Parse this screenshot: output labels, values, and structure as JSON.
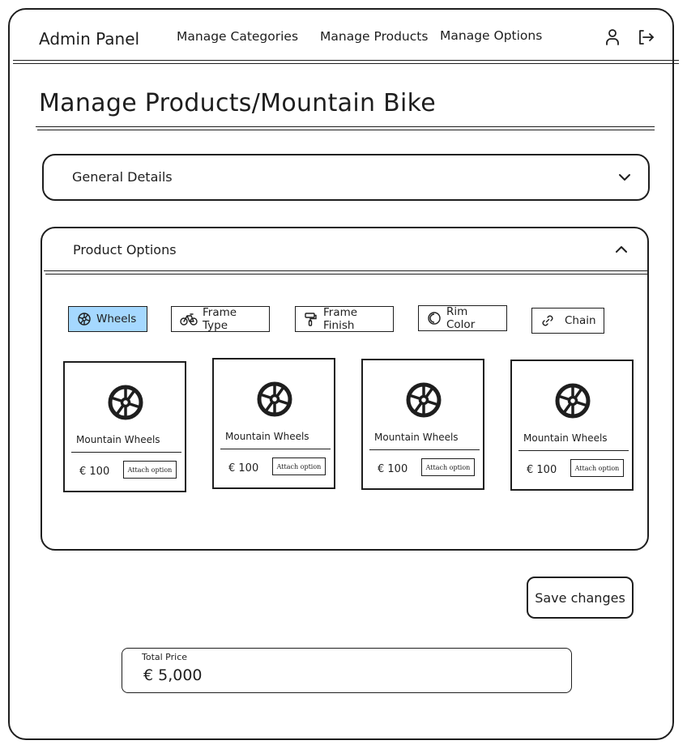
{
  "header": {
    "brand": "Admin Panel",
    "nav": [
      "Manage Categories",
      "Manage Products",
      "Manage Options"
    ],
    "icons": [
      "user-icon",
      "logout-icon"
    ]
  },
  "page": {
    "title": "Manage Products/Mountain Bike"
  },
  "general_details": {
    "label": "General Details",
    "expanded": false
  },
  "product_options": {
    "label": "Product Options",
    "expanded": true,
    "tabs": [
      {
        "label": "Wheels",
        "icon": "wheel-icon",
        "active": true
      },
      {
        "label": "Frame Type",
        "icon": "bicycle-icon",
        "active": false
      },
      {
        "label": "Frame Finish",
        "icon": "paint-roller-icon",
        "active": false
      },
      {
        "label": "Rim Color",
        "icon": "color-circle-icon",
        "active": false
      },
      {
        "label": "Chain",
        "icon": "chain-link-icon",
        "active": false
      }
    ],
    "cards": [
      {
        "name": "Mountain Wheels",
        "price": "€ 100",
        "action": "Attach option"
      },
      {
        "name": "Mountain Wheels",
        "price": "€ 100",
        "action": "Attach option"
      },
      {
        "name": "Mountain Wheels",
        "price": "€ 100",
        "action": "Attach option"
      },
      {
        "name": "Mountain Wheels",
        "price": "€ 100",
        "action": "Attach option"
      }
    ]
  },
  "save_label": "Save changes",
  "total": {
    "label": "Total Price",
    "value": "€ 5,000"
  },
  "colors": {
    "active_tab": "#a5d8ff",
    "stroke": "#1e1e1e"
  }
}
